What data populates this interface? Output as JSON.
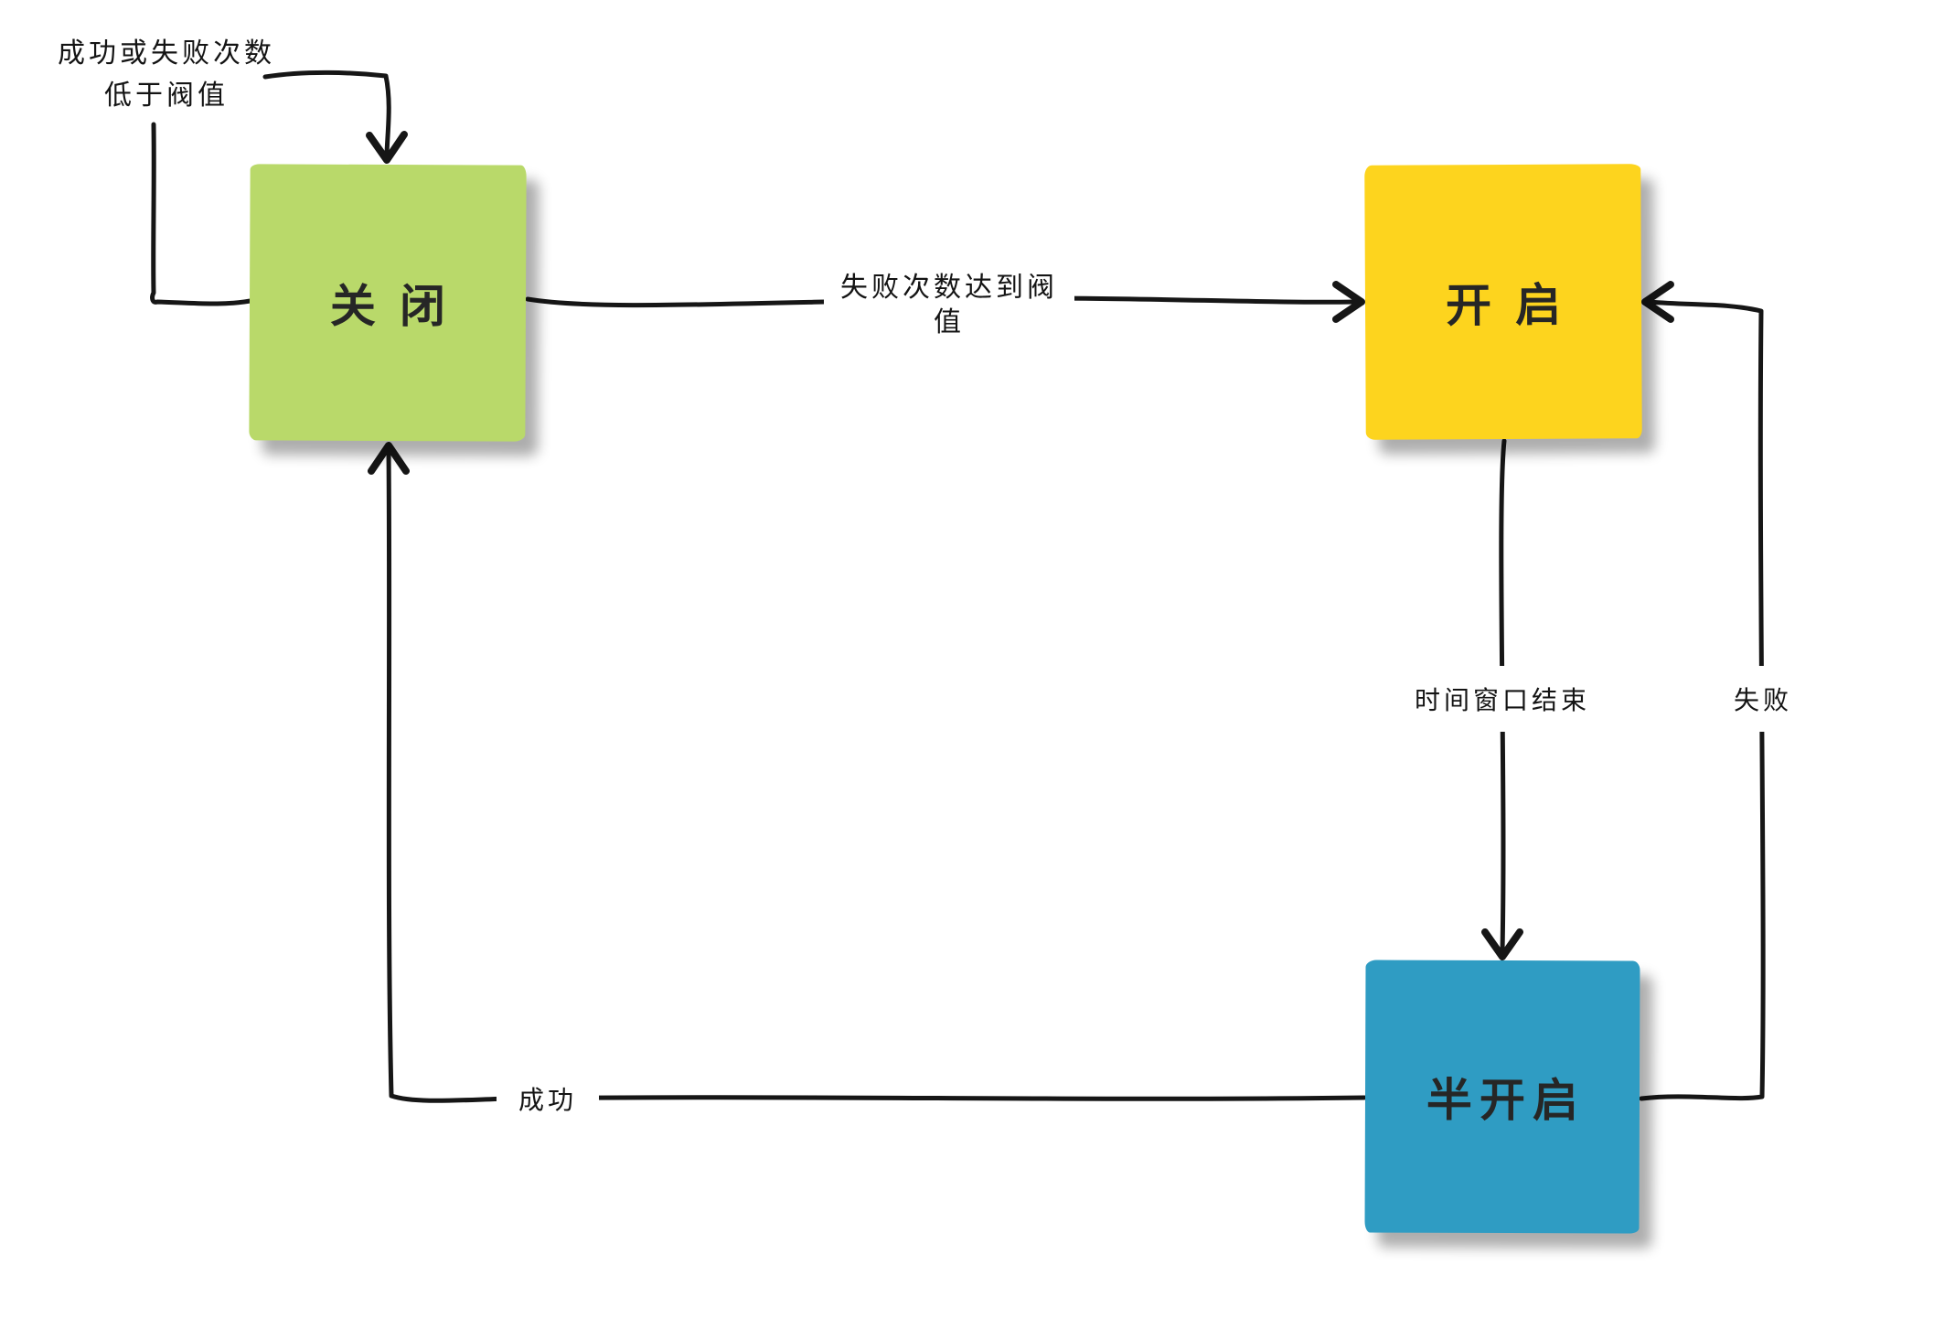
{
  "diagram": {
    "background": "#ffffff",
    "line_color": "#161616",
    "states": [
      {
        "id": "closed",
        "label": "关闭",
        "color": "#b9d96a"
      },
      {
        "id": "open",
        "label": "开启",
        "color": "#fdd41e"
      },
      {
        "id": "half-open",
        "label": "半开启",
        "color": "#2f9cc3"
      }
    ],
    "transitions": [
      {
        "id": "closed-self",
        "from": "closed",
        "to": "closed",
        "label_line1": "成功或失败次数",
        "label_line2": "低于阀值"
      },
      {
        "id": "closed-to-open",
        "from": "closed",
        "to": "open",
        "label_line1": "失败次数达到阀",
        "label_line2": "值"
      },
      {
        "id": "open-to-half-open",
        "from": "open",
        "to": "half-open",
        "label": "时间窗口结束"
      },
      {
        "id": "half-open-to-open",
        "from": "half-open",
        "to": "open",
        "label": "失败"
      },
      {
        "id": "half-open-to-closed",
        "from": "half-open",
        "to": "closed",
        "label": "成功"
      }
    ]
  }
}
